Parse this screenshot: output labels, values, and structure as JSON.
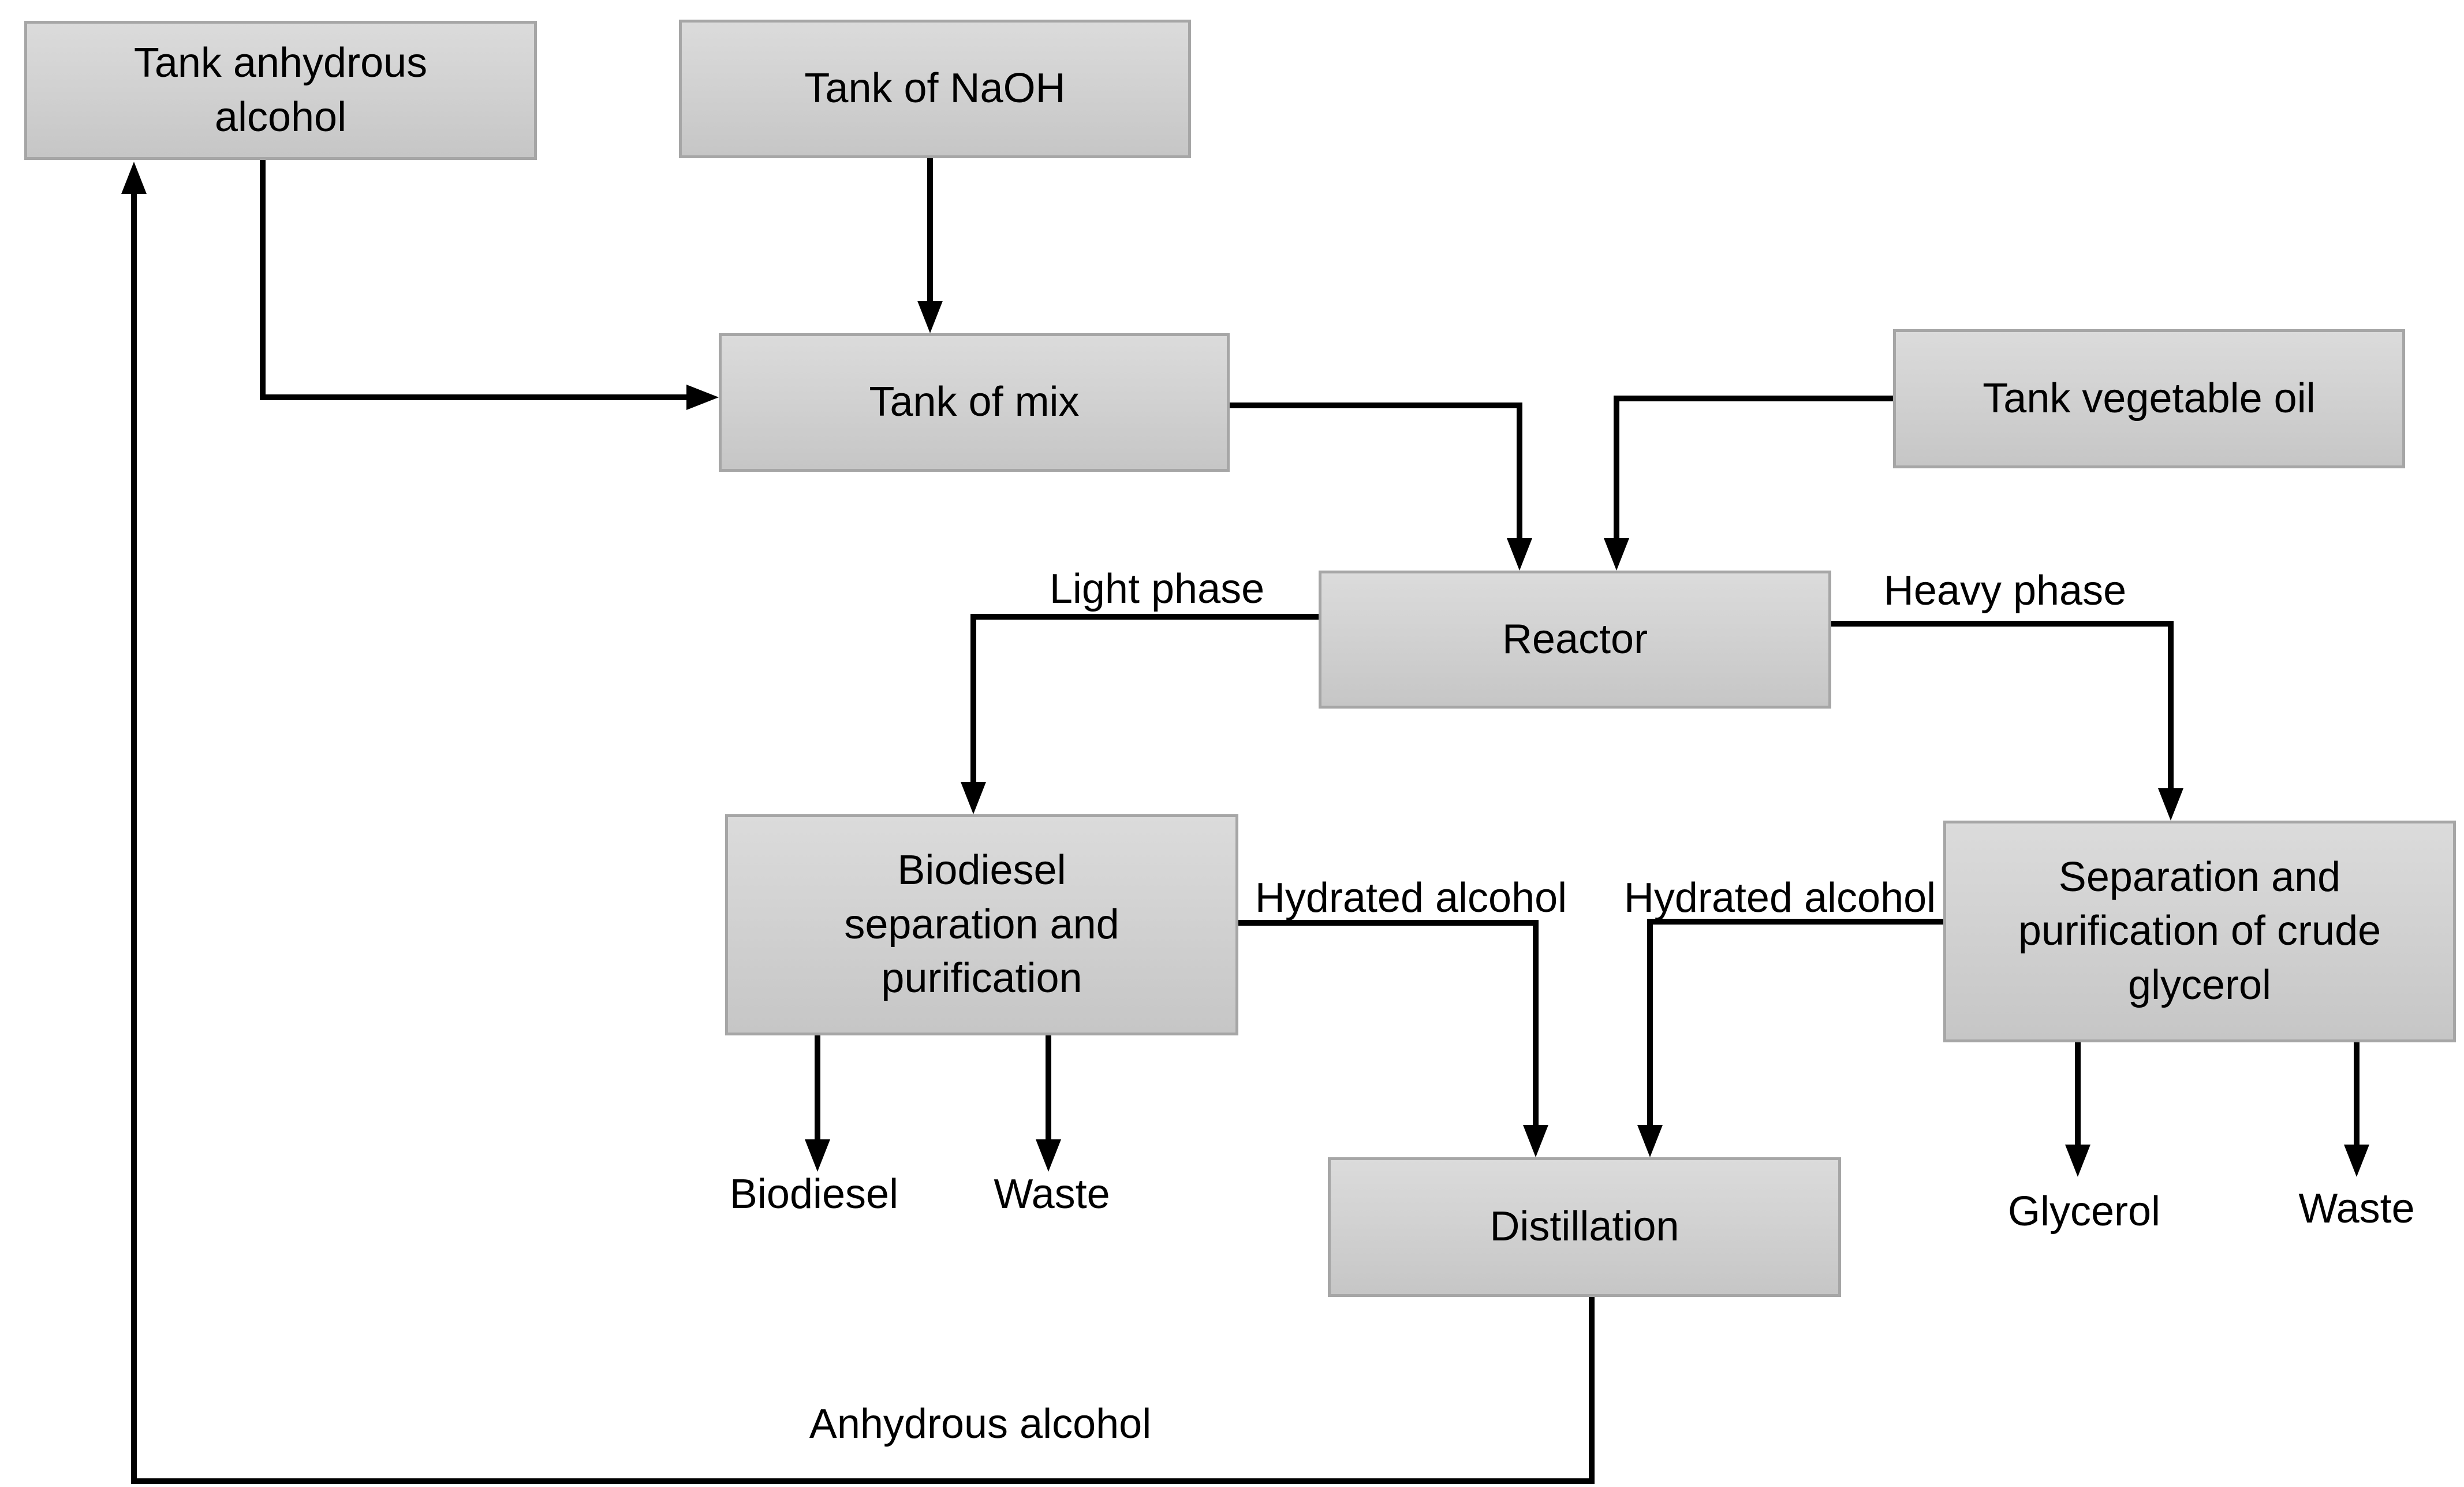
{
  "diagram": {
    "type": "process-flow-diagram",
    "subject": "Biodiesel production process",
    "background_color": "#ffffff",
    "colors": {
      "box_fill_top": "#dbdbdb",
      "box_fill_bottom": "#c6c6c6",
      "box_border": "#a6a6a6",
      "line": "#000000",
      "text": "#000000"
    },
    "nodes": [
      {
        "id": "tank-anhydrous-alcohol",
        "label": "Tank anhydrous\nalcohol"
      },
      {
        "id": "tank-of-naoh",
        "label": "Tank of NaOH"
      },
      {
        "id": "tank-of-mix",
        "label": "Tank of mix"
      },
      {
        "id": "tank-vegetable-oil",
        "label": "Tank vegetable oil"
      },
      {
        "id": "reactor",
        "label": "Reactor"
      },
      {
        "id": "biodiesel-separation-and-purification",
        "label": "Biodiesel\nseparation and\npurification"
      },
      {
        "id": "separation-and-purification-of-crude-glycerol",
        "label": "Separation and\npurification of crude\nglycerol"
      },
      {
        "id": "distillation",
        "label": "Distillation"
      }
    ],
    "stream_labels": [
      {
        "id": "light-phase",
        "label": "Light phase"
      },
      {
        "id": "heavy-phase",
        "label": "Heavy phase"
      },
      {
        "id": "hydrated-alcohol-left",
        "label": "Hydrated alcohol"
      },
      {
        "id": "hydrated-alcohol-right",
        "label": "Hydrated alcohol"
      },
      {
        "id": "biodiesel-output",
        "label": "Biodiesel"
      },
      {
        "id": "waste-left-output",
        "label": "Waste"
      },
      {
        "id": "glycerol-output",
        "label": "Glycerol"
      },
      {
        "id": "waste-right-output",
        "label": "Waste"
      },
      {
        "id": "anhydrous-alcohol-recycle",
        "label": "Anhydrous alcohol"
      }
    ],
    "edges": [
      {
        "from": "tank-of-naoh",
        "to": "tank-of-mix",
        "label": ""
      },
      {
        "from": "tank-anhydrous-alcohol",
        "to": "tank-of-mix",
        "label": ""
      },
      {
        "from": "tank-of-mix",
        "to": "reactor",
        "label": ""
      },
      {
        "from": "tank-vegetable-oil",
        "to": "reactor",
        "label": ""
      },
      {
        "from": "reactor",
        "to": "biodiesel-separation-and-purification",
        "label": "Light phase"
      },
      {
        "from": "reactor",
        "to": "separation-and-purification-of-crude-glycerol",
        "label": "Heavy phase"
      },
      {
        "from": "biodiesel-separation-and-purification",
        "to": "biodiesel-output",
        "label": ""
      },
      {
        "from": "biodiesel-separation-and-purification",
        "to": "waste-left-output",
        "label": ""
      },
      {
        "from": "biodiesel-separation-and-purification",
        "to": "distillation",
        "label": "Hydrated alcohol"
      },
      {
        "from": "separation-and-purification-of-crude-glycerol",
        "to": "distillation",
        "label": "Hydrated alcohol"
      },
      {
        "from": "separation-and-purification-of-crude-glycerol",
        "to": "glycerol-output",
        "label": ""
      },
      {
        "from": "separation-and-purification-of-crude-glycerol",
        "to": "waste-right-output",
        "label": ""
      },
      {
        "from": "distillation",
        "to": "tank-anhydrous-alcohol",
        "label": "Anhydrous alcohol"
      }
    ]
  }
}
